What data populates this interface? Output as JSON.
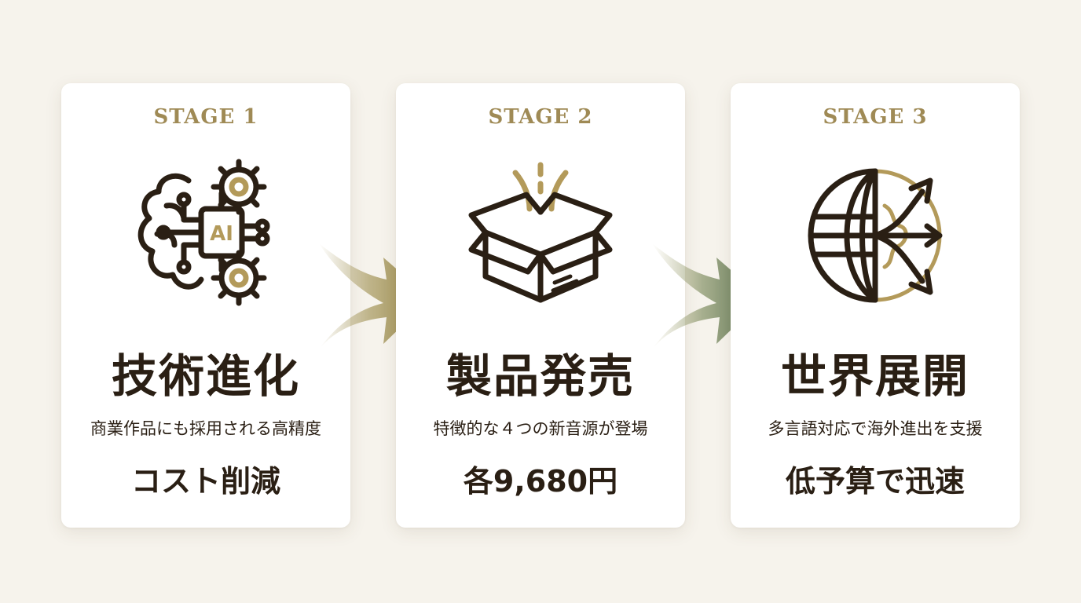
{
  "stages": [
    {
      "label": "STAGE 1",
      "icon": "ai-brain-gears-icon",
      "title": "技術進化",
      "subtitle": "商業作品にも採用される高精度",
      "highlight": "コスト削減"
    },
    {
      "label": "STAGE 2",
      "icon": "open-box-icon",
      "title": "製品発売",
      "subtitle": "特徴的な４つの新音源が登場",
      "highlight": "各9,680円"
    },
    {
      "label": "STAGE 3",
      "icon": "globe-expansion-arrows-icon",
      "title": "世界展開",
      "subtitle": "多言語対応で海外進出を支援",
      "highlight": "低予算で迅速"
    }
  ],
  "icon_text": {
    "ai_chip": "AI"
  },
  "colors": {
    "background": "#f6f3ec",
    "card": "#ffffff",
    "stage_label": "#9f8a55",
    "dark_brown": "#2a1f14",
    "gold": "#b39a5a",
    "arrow_olive": "#9a8a48",
    "arrow_green": "#55704f"
  }
}
